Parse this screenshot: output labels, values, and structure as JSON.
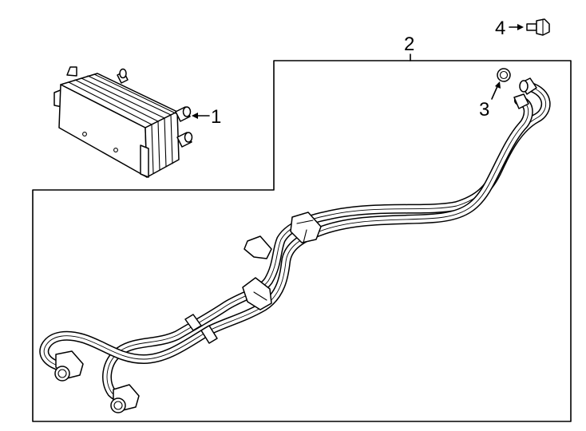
{
  "callouts": {
    "c1": "1",
    "c2": "2",
    "c3": "3",
    "c4": "4"
  },
  "icons": {
    "cooler": "oil-cooler-icon",
    "hose": "cooler-line-assembly-icon",
    "seal": "o-ring-seal-icon",
    "bolt": "bolt-icon"
  }
}
